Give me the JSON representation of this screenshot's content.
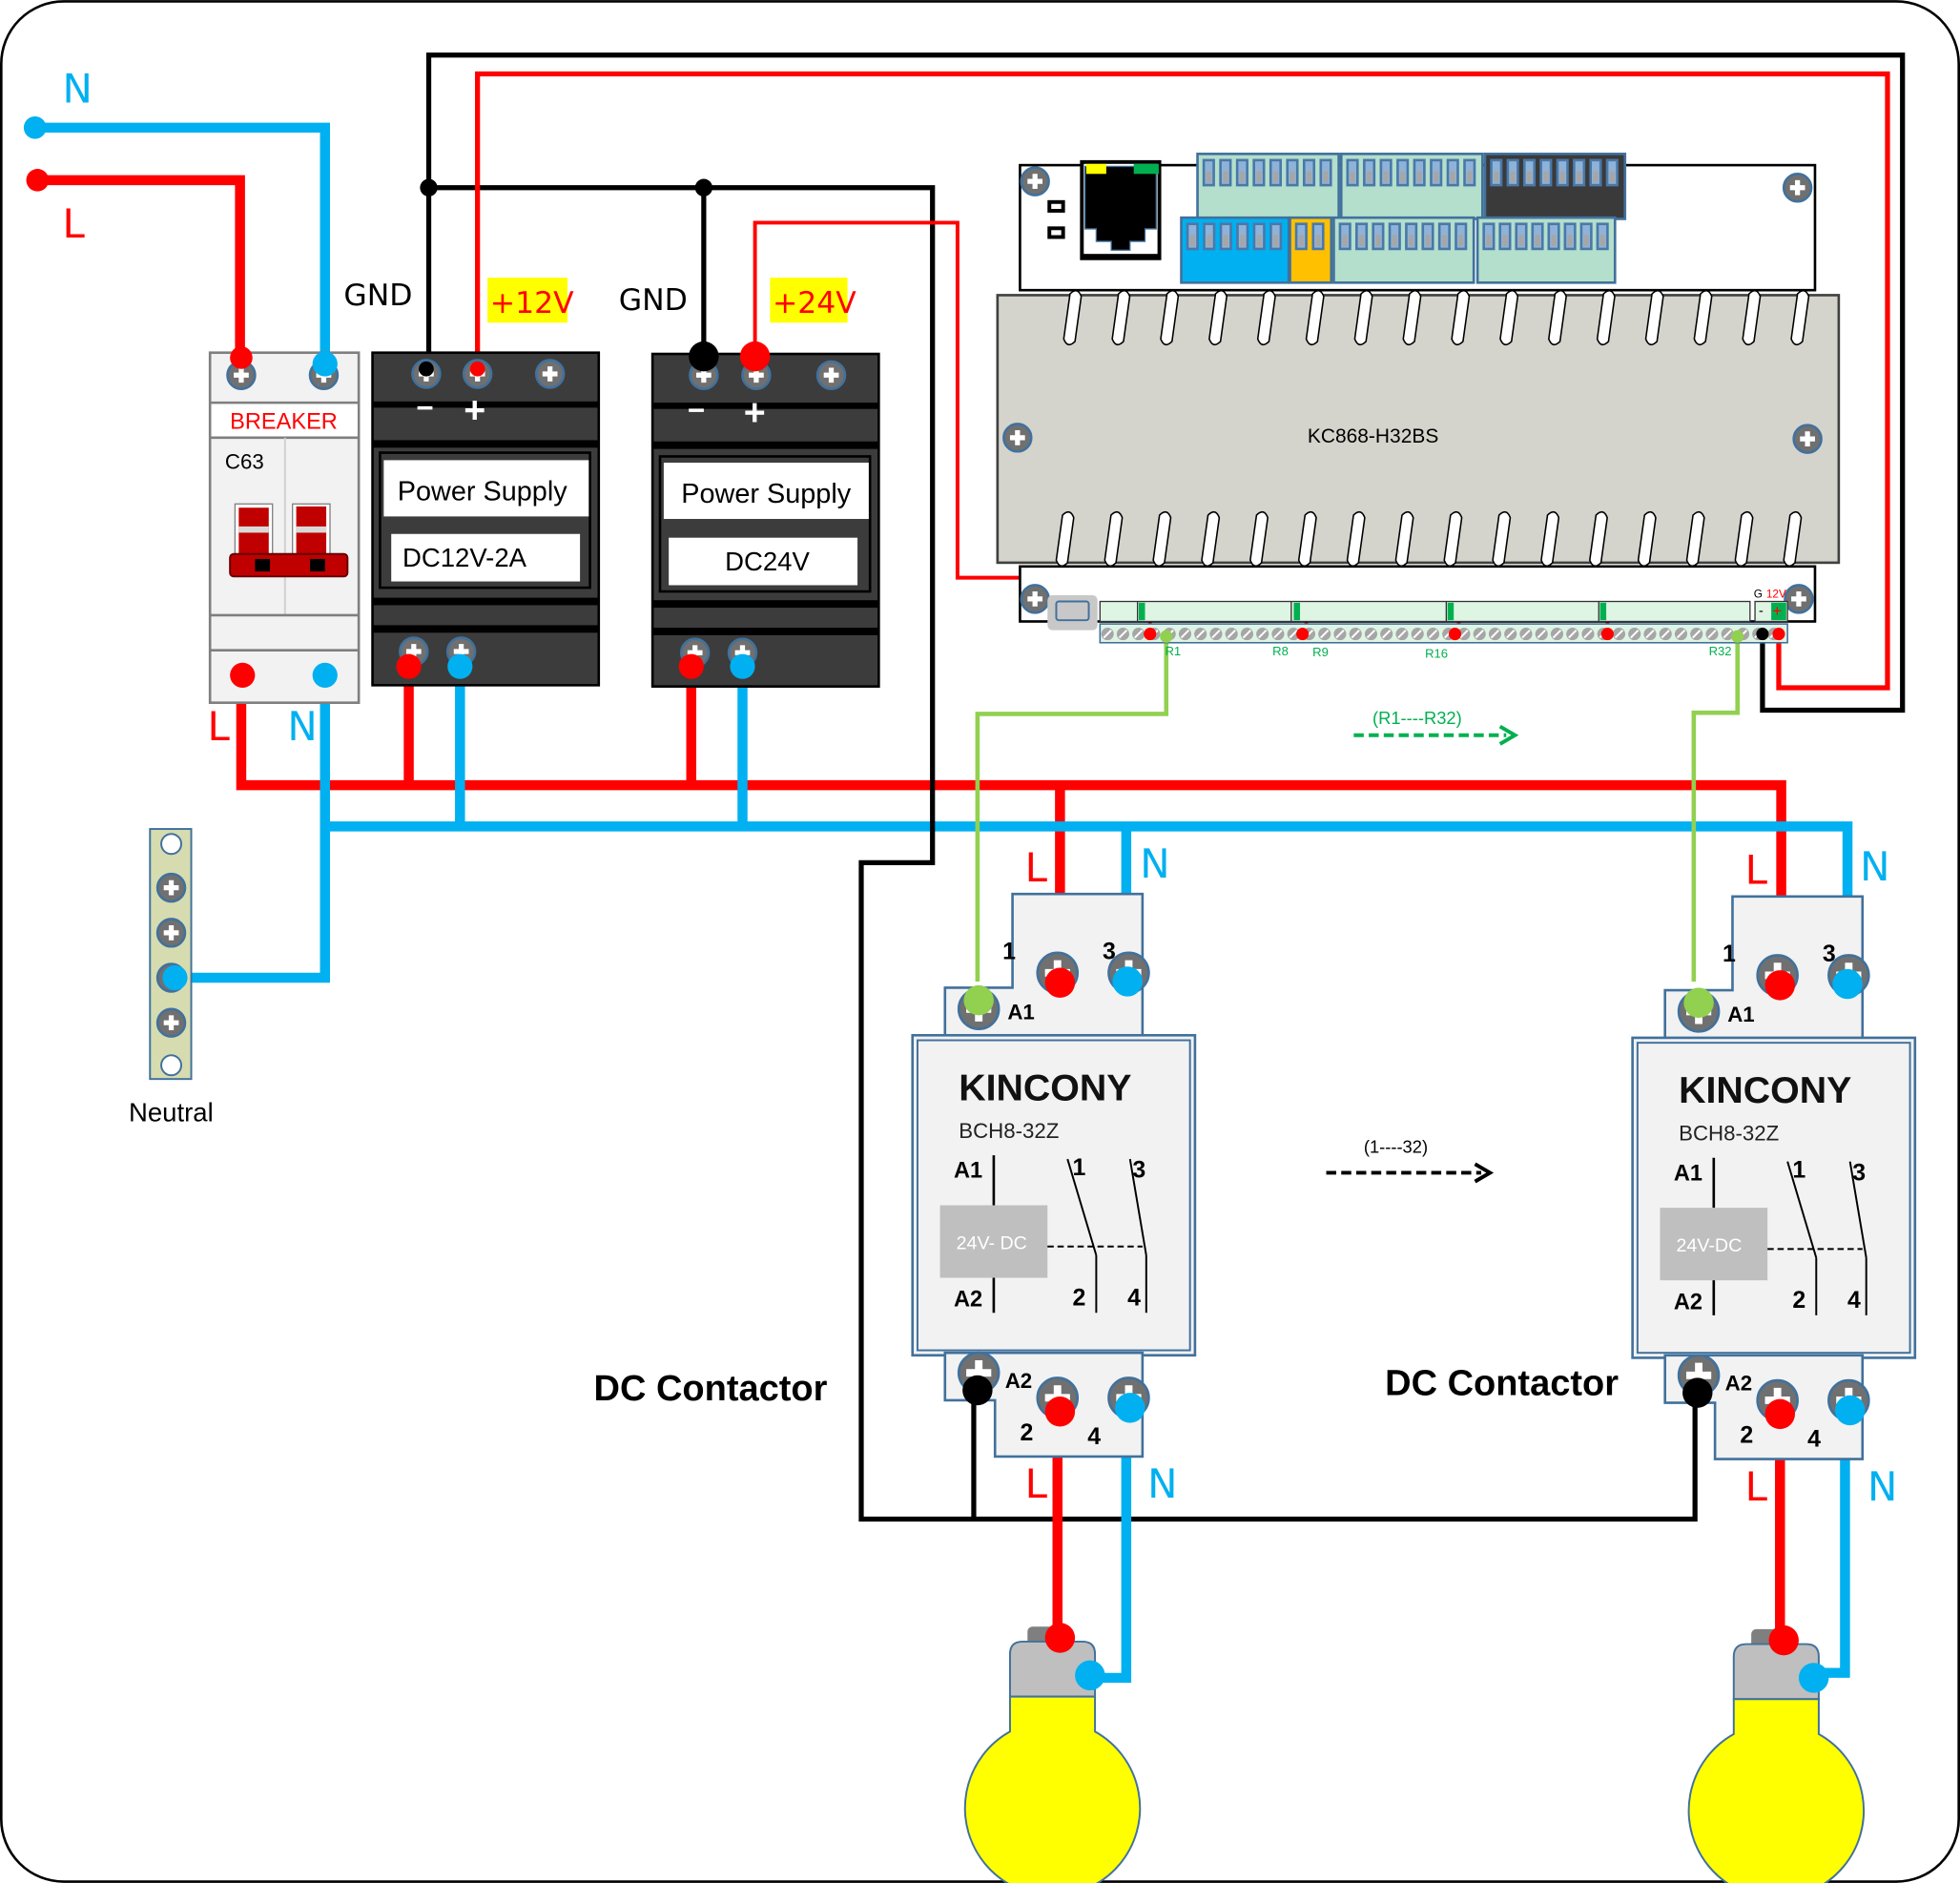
{
  "mains": {
    "neutral_label": "N",
    "live_label": "L"
  },
  "breaker": {
    "title": "BREAKER",
    "rating": "C63",
    "out_live_label": "L",
    "out_neutral_label": "N"
  },
  "psu12": {
    "gnd_label": "GND",
    "voltage_tag": "+12V",
    "minus": "−",
    "plus": "+",
    "title": "Power Supply",
    "model": "DC12V-2A"
  },
  "psu24": {
    "gnd_label": "GND",
    "voltage_tag": "+24V",
    "minus": "−",
    "plus": "+",
    "title": "Power Supply",
    "model": "DC24V"
  },
  "neutral_bar": {
    "label": "Neutral"
  },
  "controller": {
    "model": "KC868-H32BS",
    "relay_labels": [
      "R1",
      "R8",
      "R9",
      "R16",
      "R32"
    ],
    "power_g": "G",
    "power_v": "12V",
    "power_minus": "-",
    "power_plus": "+",
    "relay_range_note": "(R1----R32)"
  },
  "contactors": [
    {
      "brand": "KINCONY",
      "model": "BCH8-32Z",
      "coil": "24V- DC",
      "a1": "A1",
      "a2": "A2",
      "t1": "1",
      "t2": "2",
      "t3": "3",
      "t4": "4",
      "in_l": "L",
      "in_n": "N",
      "out_l": "L",
      "out_n": "N",
      "caption": "DC Contactor"
    },
    {
      "brand": "KINCONY",
      "model": "BCH8-32Z",
      "coil": "24V-DC",
      "a1": "A1",
      "a2": "A2",
      "t1": "1",
      "t2": "2",
      "t3": "3",
      "t4": "4",
      "in_l": "L",
      "in_n": "N",
      "out_l": "L",
      "out_n": "N",
      "caption": "DC Contactor"
    }
  ],
  "contactor_range_note": "(1----32)",
  "colors": {
    "live": "#ff0000",
    "neutral": "#00b0f0",
    "ground": "#000000",
    "signal": "#92d050",
    "signal_note": "#00b050",
    "psu_body": "#3c3c3c",
    "controller_body": "#d4d4cc",
    "bulb": "#ffff00",
    "tag_bg": "#ffff00"
  }
}
